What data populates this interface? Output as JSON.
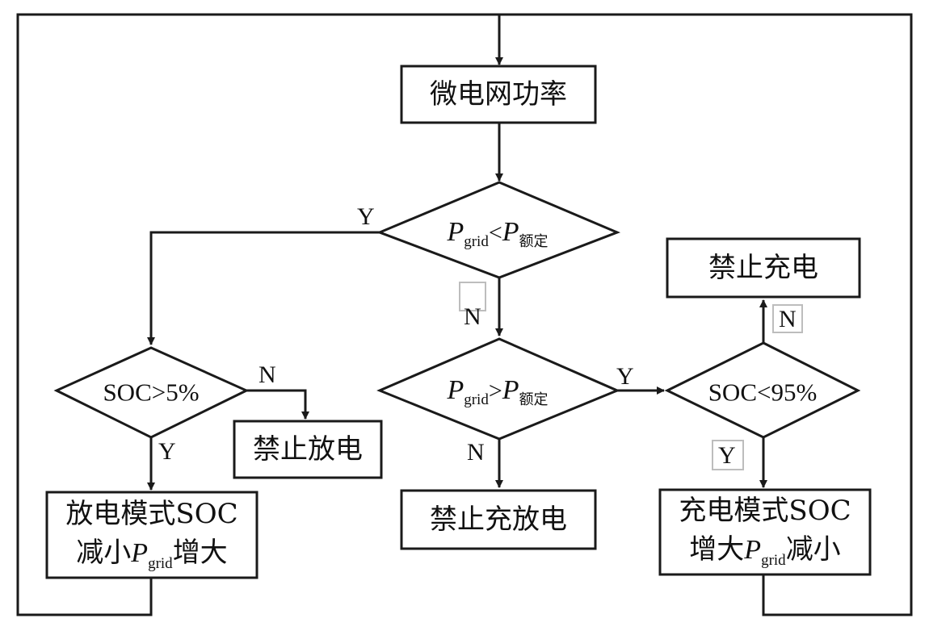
{
  "nodes": {
    "microgrid_power": "微电网功率",
    "cond_low": {
      "p": "P",
      "sub_a": "grid",
      "op": "<",
      "p2": "P",
      "sub_b": "额定"
    },
    "cond_high": {
      "p": "P",
      "sub_a": "grid",
      "op": ">",
      "p2": "P",
      "sub_b": "额定"
    },
    "soc_gt5": "SOC>5%",
    "soc_lt95": "SOC<95%",
    "forbid_discharge": "禁止放电",
    "forbid_charge": "禁止充电",
    "forbid_charge_discharge": "禁止充放电",
    "discharge_mode": {
      "line1": "放电模式SOC",
      "line2_pre": "减小",
      "p": "P",
      "sub": "grid",
      "line2_post": "增大"
    },
    "charge_mode": {
      "line1": "充电模式SOC",
      "line2_pre": "增大",
      "p": "P",
      "sub": "grid",
      "line2_post": "减小"
    }
  },
  "edge_labels": {
    "low_yes": "Y",
    "low_no": "N",
    "high_yes": "Y",
    "high_no": "N",
    "soc5_no": "N",
    "soc5_yes": "Y",
    "soc95_no": "N",
    "soc95_yes": "Y"
  }
}
